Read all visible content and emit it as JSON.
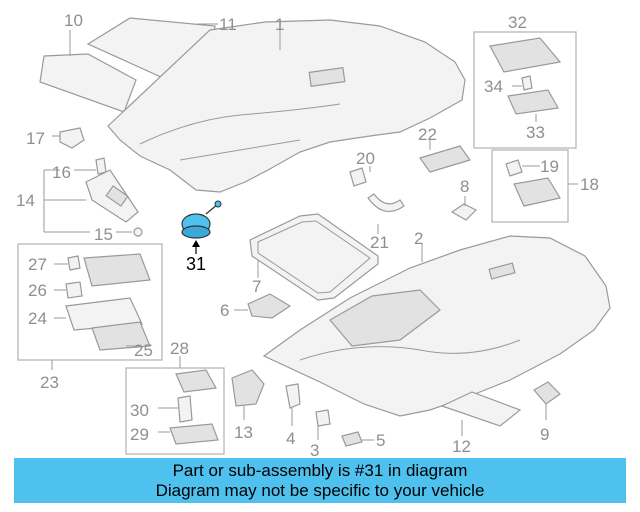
{
  "diagram": {
    "callouts": [
      "1",
      "2",
      "3",
      "4",
      "5",
      "6",
      "7",
      "8",
      "9",
      "10",
      "11",
      "12",
      "13",
      "14",
      "15",
      "16",
      "17",
      "18",
      "19",
      "20",
      "21",
      "22",
      "23",
      "24",
      "25",
      "26",
      "27",
      "28",
      "29",
      "30",
      "31",
      "32",
      "33",
      "34"
    ],
    "highlighted_part": "31",
    "highlight_color": "#4fc1ef"
  },
  "banner": {
    "line1": "Part or sub-assembly is #31 in diagram",
    "line2": "Diagram may not be specific to your vehicle",
    "background": "#4fc1ef"
  }
}
